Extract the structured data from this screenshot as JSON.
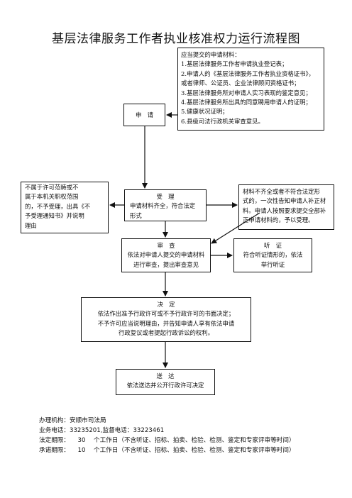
{
  "title": "基层法律服务工作者执业核准权力运行流程图",
  "apply": {
    "label": "申　请"
  },
  "materials": {
    "lines": [
      "应当提交的申请材料：",
      "1.基层法律服务工作者申请执业登记表；",
      "2.申请人的《基层法律服务工作者执业资格证书》，",
      "或者律师、公证员、企业法律顾问资格证书；",
      "3.基层法律服务所对申请人实习表现的鉴定意见；",
      "4.基层法律服务所出具的同意聘用申请人的证明；",
      "5.健康状况证明；",
      "6.县级司法行政机关审查意见。"
    ]
  },
  "not_accept": {
    "lines": [
      "不属于许可范畴或不",
      "属于本机关职权范围",
      "的，不予受理，出具《不",
      "予受理通知书》并说明",
      "理由"
    ]
  },
  "accept": {
    "heading": "受　理",
    "lines": [
      "申请材料齐全，符合法定",
      "形式"
    ]
  },
  "incomplete": {
    "lines": [
      "材料不齐全或者不符合法定形",
      "式的，一次性告知申请人补正材",
      "料。申请人按照要求提交全部补",
      "正申请材料的，予以受理。"
    ]
  },
  "review": {
    "heading": "审　查",
    "lines": [
      "依法对申请人提交的申请材料",
      "进行审查，提出审查意见"
    ]
  },
  "hearing": {
    "heading": "听　证",
    "lines": [
      "符合听证情形的，依法",
      "举行听证"
    ]
  },
  "decision": {
    "heading": "决　定",
    "lines": [
      "依法作出准予行政许可或不予行政许可的书面决定；",
      "不予许可应当说明理由，并告知申请人享有依法申请",
      "行政复议或者提起行政诉讼的权利。"
    ]
  },
  "delivery": {
    "heading": "送　达",
    "lines": [
      "依法送达并公开行政许可决定"
    ]
  },
  "footer": {
    "agency_label": "办理机构：",
    "agency": "安顺市司法局",
    "phone_label": "业务电话：",
    "phone": "33235201",
    "supervise_label": ",监督电话：",
    "supervise": "33223461",
    "legal_label": "法定期限：",
    "legal_days": "30",
    "legal_text": "个工作日（不含听证、招标、拍卖、检验、检测、鉴定和专家评审等时间）",
    "promise_label": "承诺期限：",
    "promise_days": "10",
    "promise_text": "个工作日（不含听证、招标、拍卖、检验、检测、鉴定和专家评审等时间）"
  }
}
